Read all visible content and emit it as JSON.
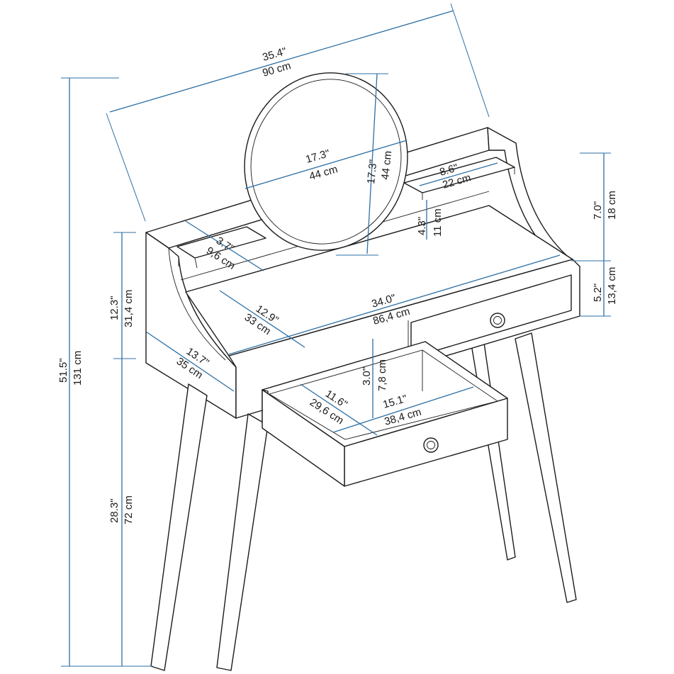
{
  "colors": {
    "dimension_line": "#2d6fa3",
    "outline": "#1b1b1b",
    "background": "#ffffff"
  },
  "dimensions": {
    "overall_width": {
      "in": "35.4\"",
      "cm": "90 cm"
    },
    "mirror_width": {
      "in": "17.3\"",
      "cm": "44 cm"
    },
    "mirror_height": {
      "in": "17.3\"",
      "cm": "44 cm"
    },
    "shelf_width": {
      "in": "8.6\"",
      "cm": "22 cm"
    },
    "shelf_height": {
      "in": "4.3\"",
      "cm": "11 cm"
    },
    "upper_height": {
      "in": "7.0\"",
      "cm": "18 cm"
    },
    "drawer_front": {
      "in": "5.2\"",
      "cm": "13,4 cm"
    },
    "small_shelf": {
      "in": "3.7\"",
      "cm": "9,6 cm"
    },
    "hutch_height": {
      "in": "12.3\"",
      "cm": "31,4 cm"
    },
    "desk_top_depth": {
      "in": "12.9\"",
      "cm": "33 cm"
    },
    "desk_width": {
      "in": "34.0\"",
      "cm": "86,4 cm"
    },
    "overall_height": {
      "in": "51.5\"",
      "cm": "131 cm"
    },
    "side_depth": {
      "in": "13.7\"",
      "cm": "35 cm"
    },
    "drawer_depth_in": {
      "in": "3.0\"",
      "cm": "7,8 cm"
    },
    "drawer_inner": {
      "in": "11.6\"",
      "cm": "29,6 cm"
    },
    "drawer_width": {
      "in": "15.1\"",
      "cm": "38,4 cm"
    },
    "leg_height": {
      "in": "28.3\"",
      "cm": "72 cm"
    }
  }
}
